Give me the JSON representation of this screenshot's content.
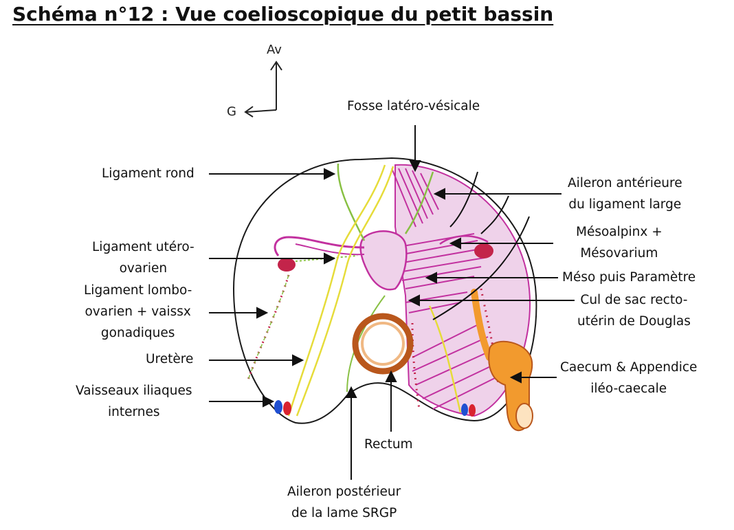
{
  "title": "Schéma n°12 : Vue coelioscopique du petit bassin",
  "orientation": {
    "up_label": "Av",
    "left_label": "G"
  },
  "labels": {
    "fosse": [
      "Fosse latéro-vésicale"
    ],
    "lig_rond": [
      "Ligament rond"
    ],
    "lig_utero": [
      "Ligament utéro-",
      "ovarien"
    ],
    "lig_lombo": [
      "Ligament lombo-",
      "ovarien + vaissx",
      "gonadiques"
    ],
    "uretere": [
      "Uretère"
    ],
    "vaisseaux": [
      "Vaisseaux iliaques",
      "internes"
    ],
    "aileron_ant": [
      "Aileron antérieure",
      "du ligament large"
    ],
    "meso_alpinx": [
      "Mésoalpinx +",
      "Mésovarium"
    ],
    "meso_param": [
      "Méso puis Paramètre"
    ],
    "cul_de_sac": [
      "Cul de sac recto-",
      "utérin de Douglas"
    ],
    "caecum": [
      "Caecum & Appendice",
      "iléo-caecale"
    ],
    "rectum": [
      "Rectum"
    ],
    "aileron_post": [
      "Aileron postérieur",
      "de la lame SRGP"
    ]
  },
  "colors": {
    "magenta": "#c2319f",
    "pink_fill": "#efd2ea",
    "yellow": "#e6dc3a",
    "green": "#88c043",
    "rectum": "#b9571c",
    "caecum": "#f29a2e",
    "red_dots": "#c3244a"
  }
}
